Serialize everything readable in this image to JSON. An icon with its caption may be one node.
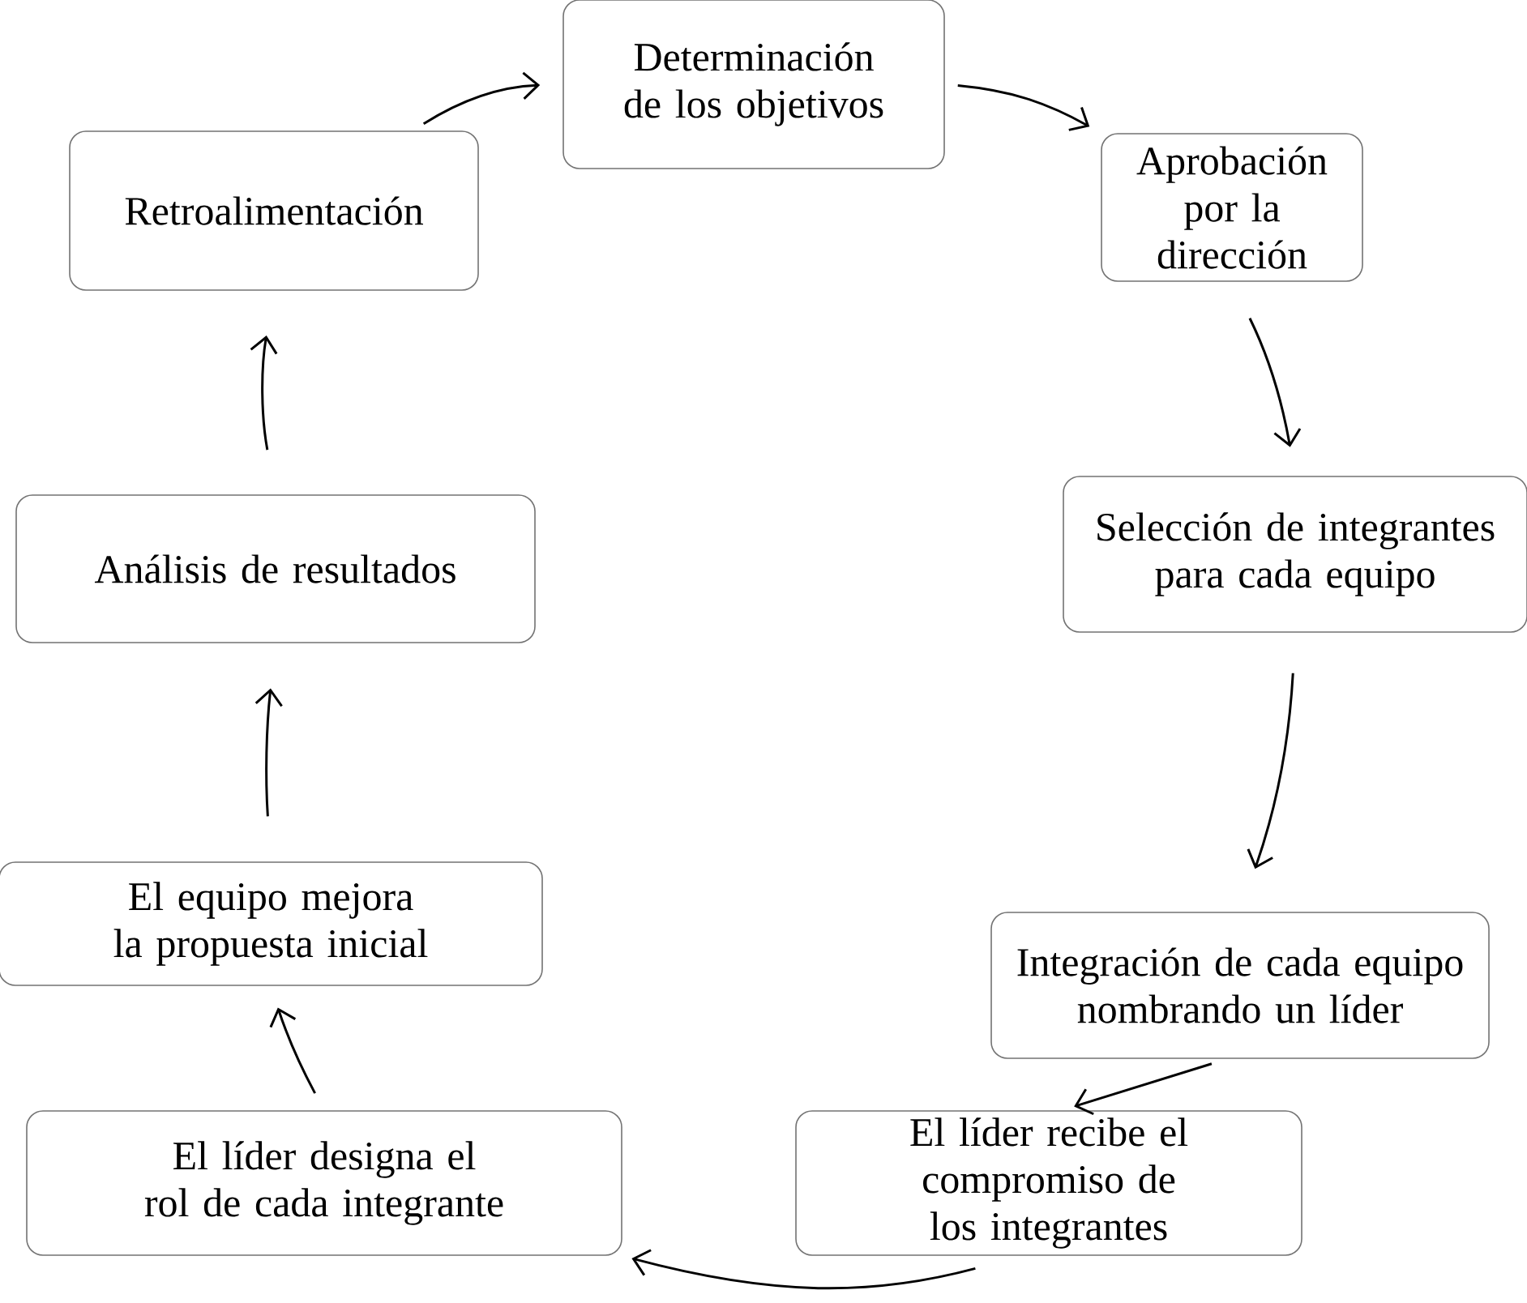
{
  "diagram": {
    "nodes": [
      {
        "text": [
          "Determinación de los objetivos"
        ]
      },
      {
        "text": [
          "Aprobación por la dirección"
        ]
      },
      {
        "text": [
          "Selección de integrantes para cada equipo"
        ]
      },
      {
        "text": [
          "Integración de cada equipo nombrando un líder"
        ]
      },
      {
        "text": [
          "El líder recibe el compromiso de los integrantes"
        ]
      },
      {
        "text": [
          "El líder designa el rol de cada integrante"
        ]
      },
      {
        "text": [
          "El equipo mejora la propuesta inicial"
        ]
      },
      {
        "text": [
          "Análisis de resultados"
        ]
      },
      {
        "text": [
          "Retroalimentación"
        ]
      }
    ],
    "edges": [
      {
        "from": 8,
        "to": 0,
        "arrow": "to"
      },
      {
        "from": 0,
        "to": 1,
        "arrow": "to"
      },
      {
        "from": 1,
        "to": 2,
        "arrow": "to"
      },
      {
        "from": 2,
        "to": 3,
        "arrow": "to"
      },
      {
        "from": 3,
        "to": 4,
        "arrow": "to"
      },
      {
        "from": 4,
        "to": 5,
        "arrow": "to"
      },
      {
        "from": 5,
        "to": 6,
        "arrow": "to"
      },
      {
        "from": 6,
        "to": 7,
        "arrow": "to"
      },
      {
        "from": 7,
        "to": 8,
        "arrow": "to"
      }
    ]
  }
}
